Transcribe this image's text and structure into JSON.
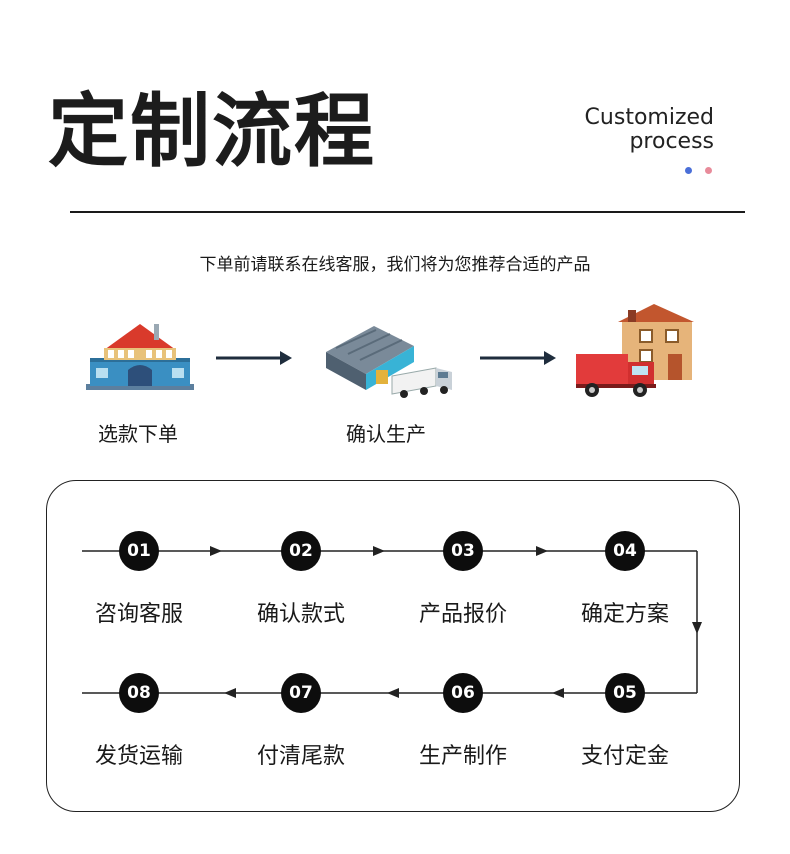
{
  "header": {
    "title": "定制流程",
    "en_line1": "Customized",
    "en_line2": "process",
    "dot_colors": [
      "#4a6fd8",
      "#e88b9a"
    ]
  },
  "subtitle": "下单前请联系在线客服，我们将为您推荐合适的产品",
  "stages": [
    {
      "label": "选款下单",
      "icon": "store-building-icon"
    },
    {
      "label": "确认生产",
      "icon": "factory-truck-icon"
    },
    {
      "label": "",
      "icon": "delivery-house-icon"
    }
  ],
  "process": {
    "top_row": [
      {
        "num": "01",
        "label": "咨询客服"
      },
      {
        "num": "02",
        "label": "确认款式"
      },
      {
        "num": "03",
        "label": "产品报价"
      },
      {
        "num": "04",
        "label": "确定方案"
      }
    ],
    "bottom_row": [
      {
        "num": "08",
        "label": "发货运输"
      },
      {
        "num": "07",
        "label": "付清尾款"
      },
      {
        "num": "06",
        "label": "生产制作"
      },
      {
        "num": "05",
        "label": "支付定金"
      }
    ]
  }
}
